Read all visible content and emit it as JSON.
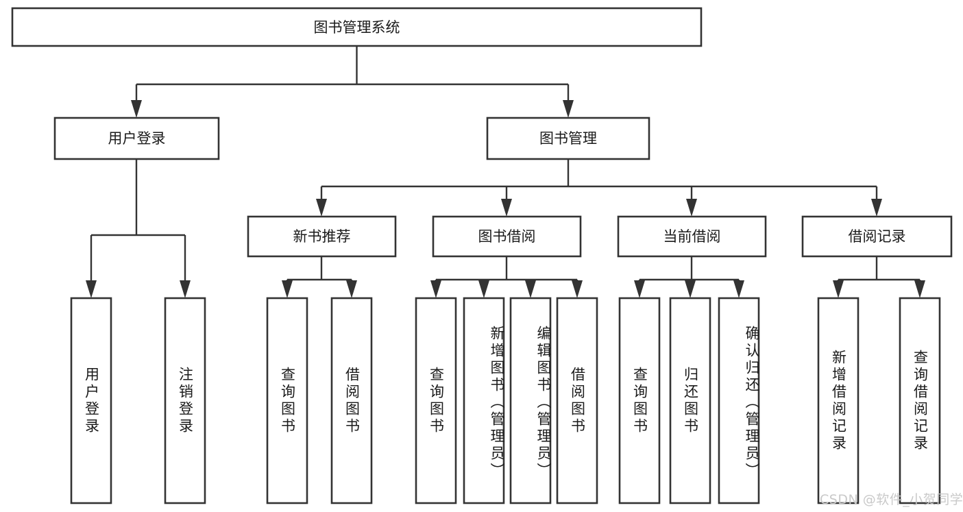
{
  "diagram": {
    "type": "tree-hierarchy",
    "title": "图书管理系统",
    "orientation": "top-down",
    "colors": {
      "box_fill": "#ffffff",
      "box_stroke": "#333333",
      "text": "#1a1a1a",
      "background": "#ffffff",
      "watermark": "#c9c9c9"
    },
    "root": {
      "label": "图书管理系统"
    },
    "level2": [
      {
        "label": "用户登录"
      },
      {
        "label": "图书管理"
      }
    ],
    "level3": [
      {
        "label": "新书推荐"
      },
      {
        "label": "图书借阅"
      },
      {
        "label": "当前借阅"
      },
      {
        "label": "借阅记录"
      }
    ],
    "leaves": {
      "user_login": [
        {
          "label": "用户登录"
        },
        {
          "label": "注销登录"
        }
      ],
      "new_book": [
        {
          "label": "查询图书"
        },
        {
          "label": "借阅图书"
        }
      ],
      "book_borrow": [
        {
          "label": "查询图书"
        },
        {
          "label": "新增图书（管理员）"
        },
        {
          "label": "编辑图书（管理员）"
        },
        {
          "label": "借阅图书"
        }
      ],
      "current_borrow": [
        {
          "label": "查询图书"
        },
        {
          "label": "归还图书"
        },
        {
          "label": "确认归还（管理员）"
        }
      ],
      "borrow_record": [
        {
          "label": "新增借阅记录"
        },
        {
          "label": "查询借阅记录"
        }
      ]
    }
  },
  "watermark": {
    "text": "CSDN @软件_小贺同学"
  }
}
